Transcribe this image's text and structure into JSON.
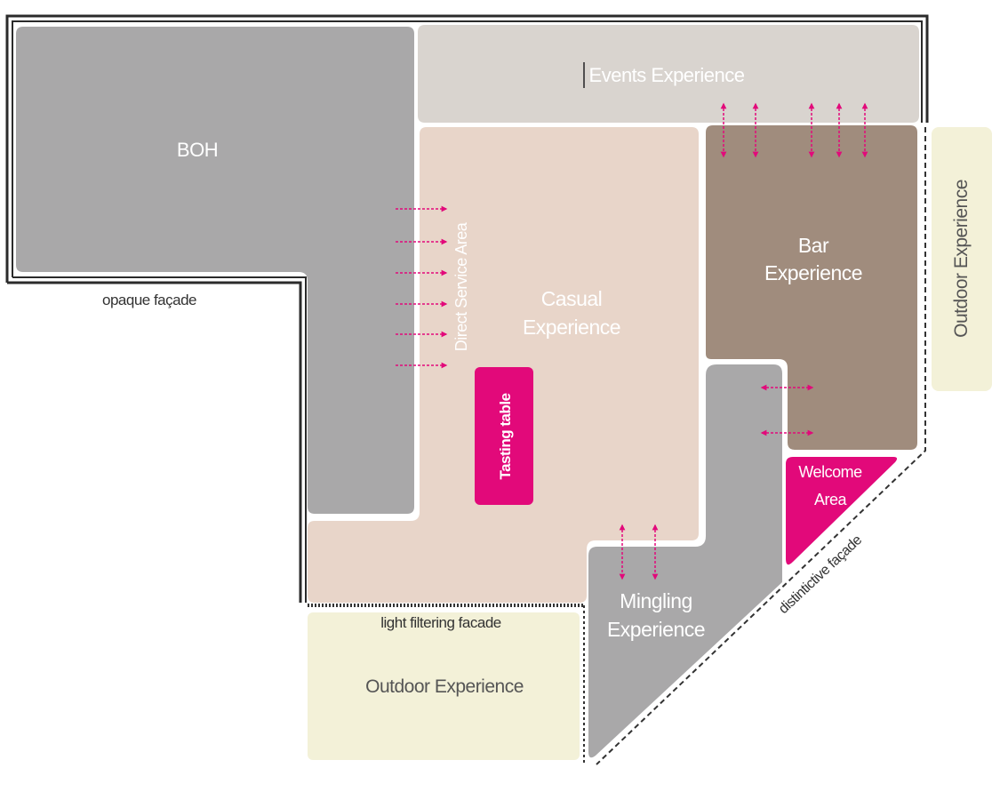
{
  "zones": {
    "boh": "BOH",
    "events": "Events Experience",
    "casual_line1": "Casual",
    "casual_line2": "Experience",
    "bar_line1": "Bar",
    "bar_line2": "Experience",
    "mingling_line1": "Mingling",
    "mingling_line2": "Experience",
    "welcome_line1": "Welcome",
    "welcome_line2": "Area",
    "tasting_table": "Tasting table",
    "direct_service": "Direct Service Area",
    "outdoor_bottom": "Outdoor Experience",
    "outdoor_right": "Outdoor Experience"
  },
  "facades": {
    "opaque": "opaque façade",
    "light_filtering": "light filtering facade",
    "distinctive": "distintictive façade"
  },
  "colors": {
    "boh": "#a9a8a9",
    "events": "#d9d4cf",
    "casual": "#e8d5c9",
    "bar": "#a08c7d",
    "mingling": "#a9a8a9",
    "welcome": "#e2097a",
    "tasting": "#e2097a",
    "outdoor": "#f3f1d8",
    "arrow": "#e2097a",
    "wall": "#2b2b2b"
  }
}
